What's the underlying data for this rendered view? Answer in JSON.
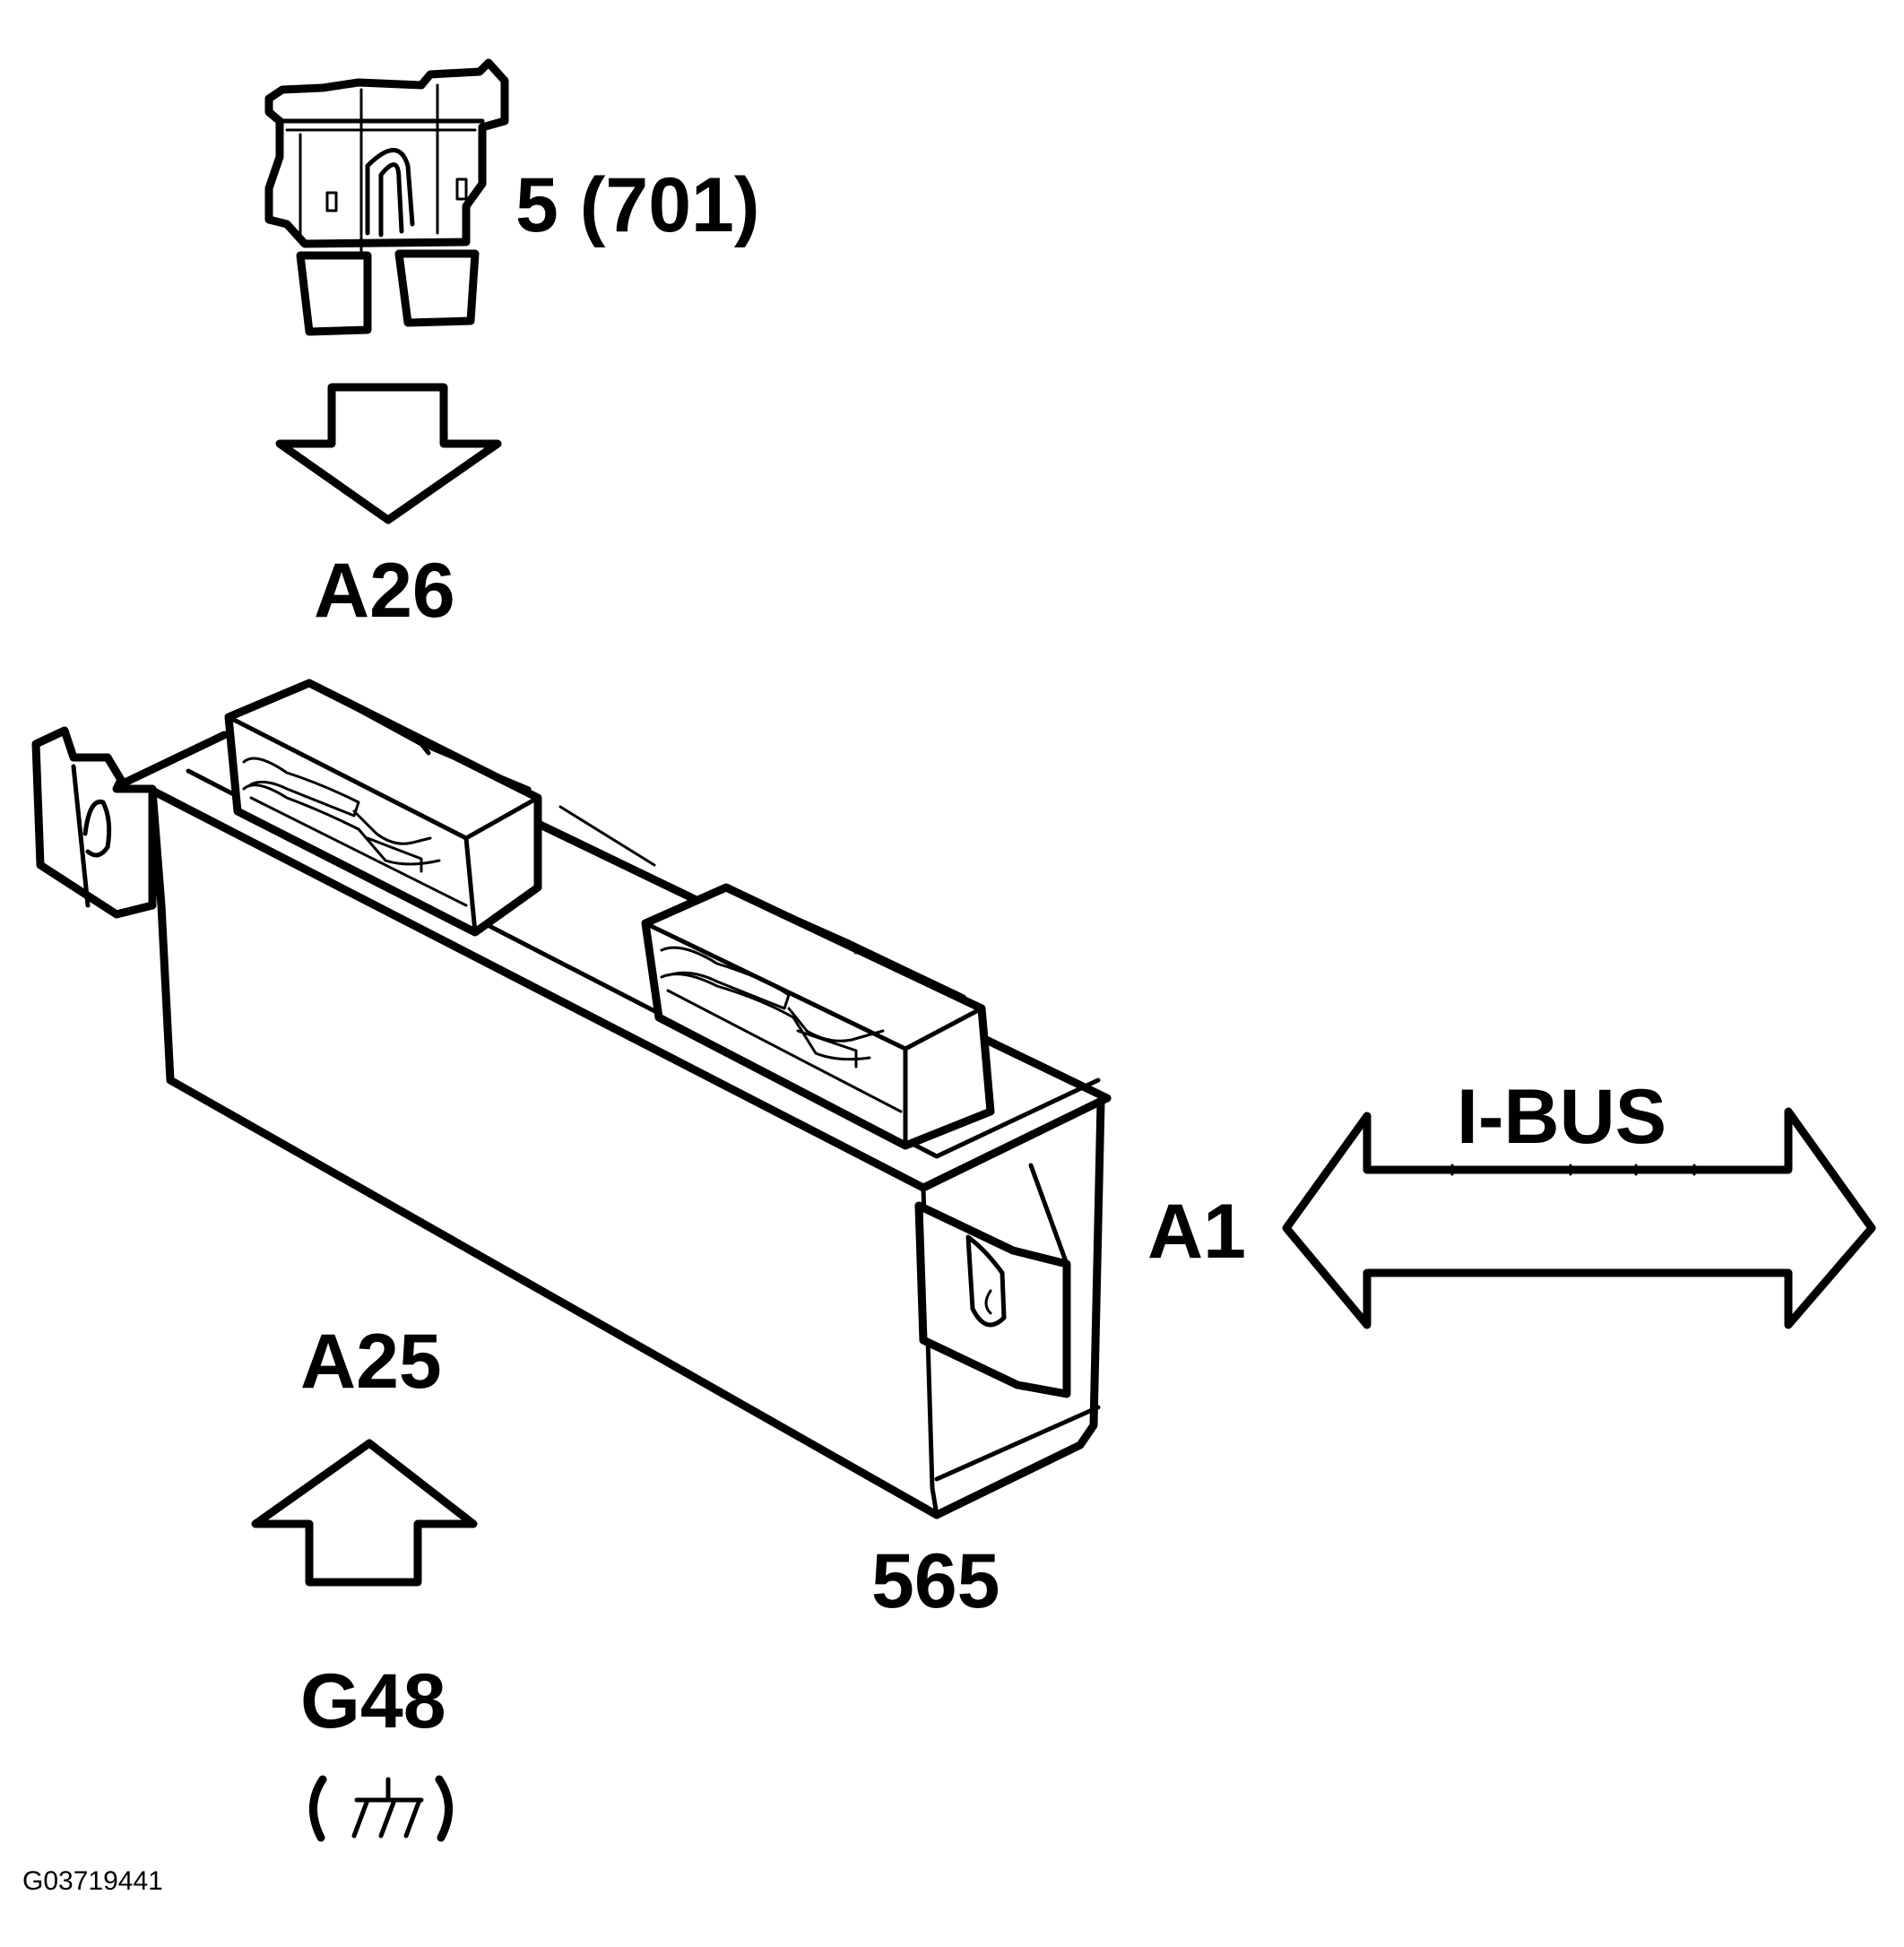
{
  "diagram": {
    "fuse": {
      "label": "5 (701)"
    },
    "connectors": {
      "top": "A26",
      "bottom": "A25",
      "side": "A1"
    },
    "module": {
      "label": "565"
    },
    "bus": {
      "label": "I-BUS"
    },
    "ground": {
      "label": "G48",
      "symbol": "ground-symbol"
    },
    "figure_id": "G03719441"
  }
}
